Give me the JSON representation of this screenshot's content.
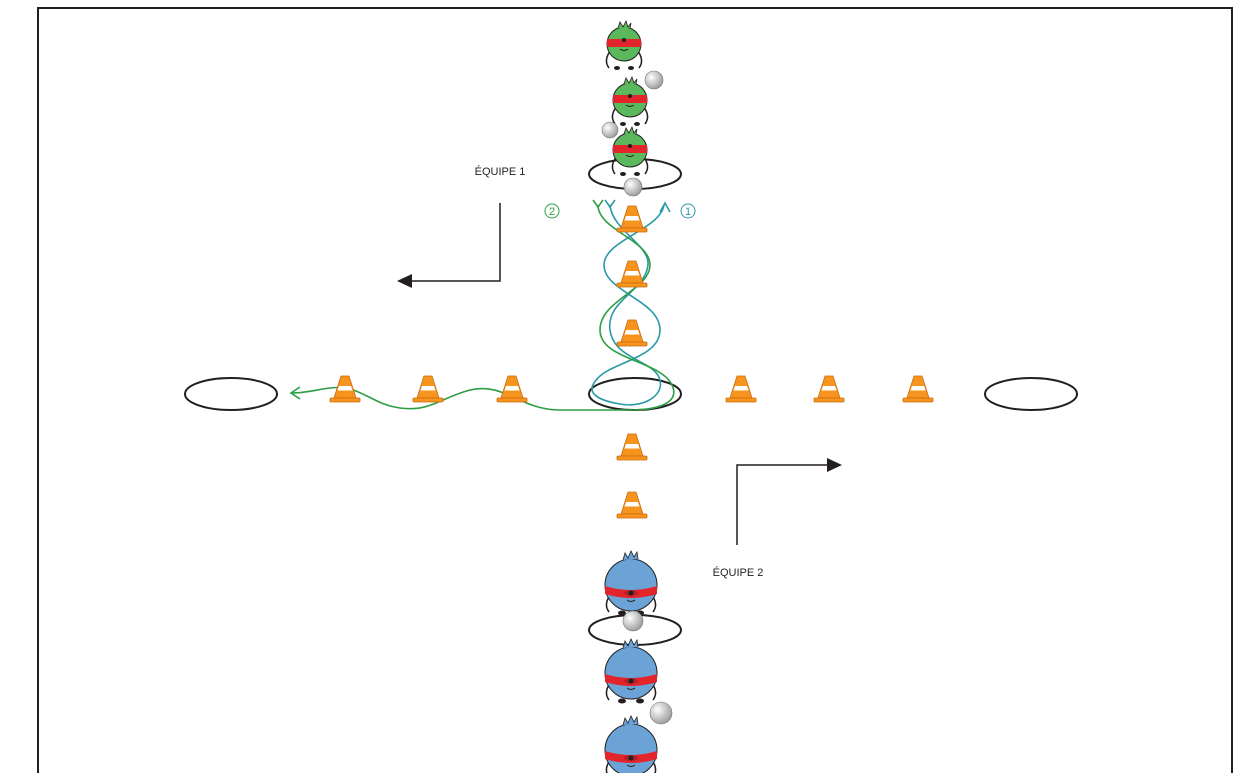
{
  "diagram": {
    "team1_label": "ÉQUIPE 1",
    "team2_label": "ÉQUIPE 2",
    "path_1_marker": "1",
    "path_2_marker": "2",
    "colors": {
      "frame": "#231f20",
      "cone_fill": "#f7941d",
      "cone_stripe": "#ffffff",
      "hoop": "#231f20",
      "path_1": "#2a9aa8",
      "path_2": "#2e9e44",
      "team1_body": "#5cb85c",
      "team2_body": "#6ba3d6",
      "headband": "#e3242b",
      "ball": "#c8c8c8"
    },
    "icons": [
      "cone-icon",
      "hoop-icon",
      "ball-icon",
      "arrow-icon",
      "player-icon"
    ]
  }
}
